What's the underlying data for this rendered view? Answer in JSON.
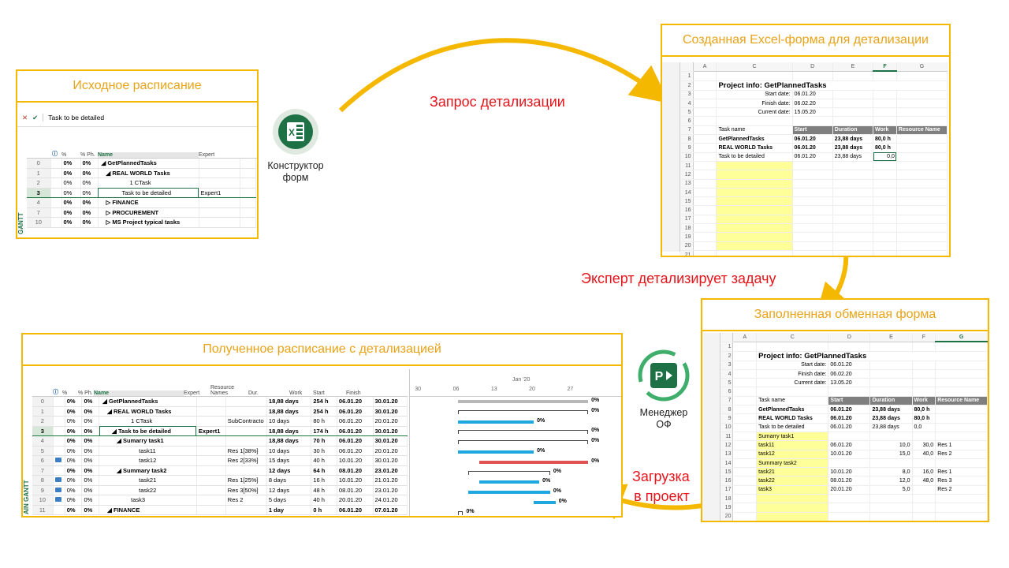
{
  "labels": {
    "request": "Запрос детализации",
    "expert": "Эксперт детализирует задачу",
    "load": [
      "Загрузка",
      "в проект"
    ]
  },
  "tools": {
    "designer": [
      "Конструктор",
      "форм"
    ],
    "manager": [
      "Менеджер",
      "ОФ"
    ]
  },
  "colors": {
    "accent": "#f5b800",
    "arrow": "#f5b800",
    "label": "#e8141b",
    "excel_green": "#1d7144"
  },
  "source": {
    "title": "Исходное расписание",
    "formula": "Task to be detailed",
    "side_label": "GANTT",
    "headers": [
      "%",
      "% Ph.",
      "Name",
      "Expert"
    ],
    "rows": [
      {
        "id": "0",
        "c1": "0%",
        "c2": "0%",
        "name": "◢ GetPlannedTasks",
        "expert": "",
        "bold": true
      },
      {
        "id": "1",
        "c1": "0%",
        "c2": "0%",
        "name": "◢ REAL WORLD Tasks",
        "expert": "",
        "bold": true
      },
      {
        "id": "2",
        "c1": "0%",
        "c2": "0%",
        "name": "1 CTask",
        "expert": "",
        "bold": false
      },
      {
        "id": "3",
        "c1": "0%",
        "c2": "0%",
        "name": "Task to be detailed",
        "expert": "Expert1",
        "bold": false
      },
      {
        "id": "4",
        "c1": "0%",
        "c2": "0%",
        "name": "▷ FINANCE",
        "expert": "",
        "bold": true
      },
      {
        "id": "7",
        "c1": "0%",
        "c2": "0%",
        "name": "▷ PROCUREMENT",
        "expert": "",
        "bold": true
      },
      {
        "id": "10",
        "c1": "0%",
        "c2": "0%",
        "name": "▷ MS Project typical tasks",
        "expert": "",
        "bold": true
      }
    ]
  },
  "excel_form": {
    "title": "Созданная Excel-форма для детализации",
    "cols": [
      "A",
      "C",
      "D",
      "E",
      "F",
      "G"
    ],
    "project_info": "Project info: GetPlannedTasks",
    "start_label": "Start date:",
    "start": "06.01.20",
    "finish_label": "Finish date:",
    "finish": "06.02.20",
    "current_label": "Current date:",
    "current": "15.05.20",
    "headers": [
      "Task name",
      "Start",
      "Duration",
      "Work",
      "Resource Name"
    ],
    "rows": [
      {
        "name": "GetPlannedTasks",
        "start": "06.01.20",
        "dur": "23,88 days",
        "work": "80,0",
        "unit": "h",
        "bold": true
      },
      {
        "name": "REAL WORLD Tasks",
        "start": "06.01.20",
        "dur": "23,88 days",
        "work": "80,0",
        "unit": "h",
        "bold": true
      },
      {
        "name": "Task to be detailed",
        "start": "06.01.20",
        "dur": "23,88 days",
        "work": "0,0",
        "unit": "",
        "bold": false
      }
    ]
  },
  "filled_form": {
    "title": "Заполненная обменная форма",
    "cols": [
      "A",
      "C",
      "D",
      "E",
      "F",
      "G"
    ],
    "project_info": "Project info: GetPlannedTasks",
    "start_label": "Start date:",
    "start": "06.01.20",
    "finish_label": "Finish date:",
    "finish": "06.02.20",
    "current_label": "Current date:",
    "current": "13.05.20",
    "headers": [
      "Task name",
      "Start",
      "Duration",
      "Work",
      "Resource Name"
    ],
    "rows": [
      {
        "name": "GetPlannedTasks",
        "start": "06.01.20",
        "dur": "23,88 days",
        "work": "80,0",
        "unit": "h",
        "res": ""
      },
      {
        "name": "REAL WORLD Tasks",
        "start": "06.01.20",
        "dur": "23,88 days",
        "work": "80,0",
        "unit": "h",
        "res": ""
      },
      {
        "name": "Task to be detailed",
        "start": "06.01.20",
        "dur": "23,88 days",
        "work": "0,0",
        "unit": "",
        "res": ""
      },
      {
        "name": "Sumarry task1",
        "start": "",
        "dur": "",
        "work": "",
        "unit": "",
        "res": ""
      },
      {
        "name": "task11",
        "start": "06.01.20",
        "dur": "10,0",
        "work": "30,0",
        "unit": "",
        "res": "Res 1"
      },
      {
        "name": "task12",
        "start": "10.01.20",
        "dur": "15,0",
        "work": "40,0",
        "unit": "",
        "res": "Res 2"
      },
      {
        "name": "Summary task2",
        "start": "",
        "dur": "",
        "work": "",
        "unit": "",
        "res": ""
      },
      {
        "name": "task21",
        "start": "10.01.20",
        "dur": "8,0",
        "work": "16,0",
        "unit": "",
        "res": "Res 1"
      },
      {
        "name": "task22",
        "start": "08.01.20",
        "dur": "12,0",
        "work": "48,0",
        "unit": "",
        "res": "Res 3"
      },
      {
        "name": "task3",
        "start": "20.01.20",
        "dur": "5,0",
        "work": "",
        "unit": "",
        "res": "Res 2"
      }
    ]
  },
  "result": {
    "title": "Полученное расписание с детализацией",
    "side_label": "AIN GANTT",
    "headers": [
      "%",
      "% Ph.",
      "Name",
      "Expert",
      "Resource Names",
      "Dur.",
      "Work",
      "Start",
      "Finish"
    ],
    "timescale": {
      "month": "Jan '20",
      "days": [
        "30",
        "06",
        "13",
        "20",
        "27"
      ]
    },
    "rows": [
      {
        "id": "0",
        "name": "◢ GetPlannedTasks",
        "expert": "",
        "res": "",
        "dur": "18,88 days",
        "work": "254 h",
        "start": "06.01.20",
        "finish": "30.01.20",
        "bold": true,
        "bar": "0%"
      },
      {
        "id": "1",
        "name": "◢ REAL WORLD Tasks",
        "expert": "",
        "res": "",
        "dur": "18,88 days",
        "work": "254 h",
        "start": "06.01.20",
        "finish": "30.01.20",
        "bold": true,
        "bar": "0%"
      },
      {
        "id": "2",
        "name": "1 CTask",
        "expert": "",
        "res": "SubContracto",
        "dur": "10 days",
        "work": "80 h",
        "start": "06.01.20",
        "finish": "20.01.20",
        "bold": false,
        "bar": "0%"
      },
      {
        "id": "3",
        "name": "◢ Task to be detailed",
        "expert": "Expert1",
        "res": "",
        "dur": "18,88 days",
        "work": "174 h",
        "start": "06.01.20",
        "finish": "30.01.20",
        "bold": true,
        "bar": "0%"
      },
      {
        "id": "4",
        "name": "◢ Sumarry task1",
        "expert": "",
        "res": "",
        "dur": "18,88 days",
        "work": "70 h",
        "start": "06.01.20",
        "finish": "30.01.20",
        "bold": true,
        "bar": "0%"
      },
      {
        "id": "5",
        "name": "task11",
        "expert": "",
        "res": "Res 1[38%]",
        "dur": "10 days",
        "work": "30 h",
        "start": "06.01.20",
        "finish": "20.01.20",
        "bold": false,
        "bar": "0%"
      },
      {
        "id": "6",
        "name": "task12",
        "expert": "",
        "res": "Res 2[33%]",
        "dur": "15 days",
        "work": "40 h",
        "start": "10.01.20",
        "finish": "30.01.20",
        "bold": false,
        "bar": "0%"
      },
      {
        "id": "7",
        "name": "◢ Summary task2",
        "expert": "",
        "res": "",
        "dur": "12 days",
        "work": "64 h",
        "start": "08.01.20",
        "finish": "23.01.20",
        "bold": true,
        "bar": "0%"
      },
      {
        "id": "8",
        "name": "task21",
        "expert": "",
        "res": "Res 1[25%]",
        "dur": "8 days",
        "work": "16 h",
        "start": "10.01.20",
        "finish": "21.01.20",
        "bold": false,
        "bar": "0%"
      },
      {
        "id": "9",
        "name": "task22",
        "expert": "",
        "res": "Res 3[50%]",
        "dur": "12 days",
        "work": "48 h",
        "start": "08.01.20",
        "finish": "23.01.20",
        "bold": false,
        "bar": "0%"
      },
      {
        "id": "10",
        "name": "task3",
        "expert": "",
        "res": "Res 2",
        "dur": "5 days",
        "work": "40 h",
        "start": "20.01.20",
        "finish": "24.01.20",
        "bold": false,
        "bar": "0%"
      },
      {
        "id": "11",
        "name": "◢ FINANCE",
        "expert": "",
        "res": "",
        "dur": "1 day",
        "work": "0 h",
        "start": "06.01.20",
        "finish": "07.01.20",
        "bold": true,
        "bar": "0%"
      }
    ]
  }
}
